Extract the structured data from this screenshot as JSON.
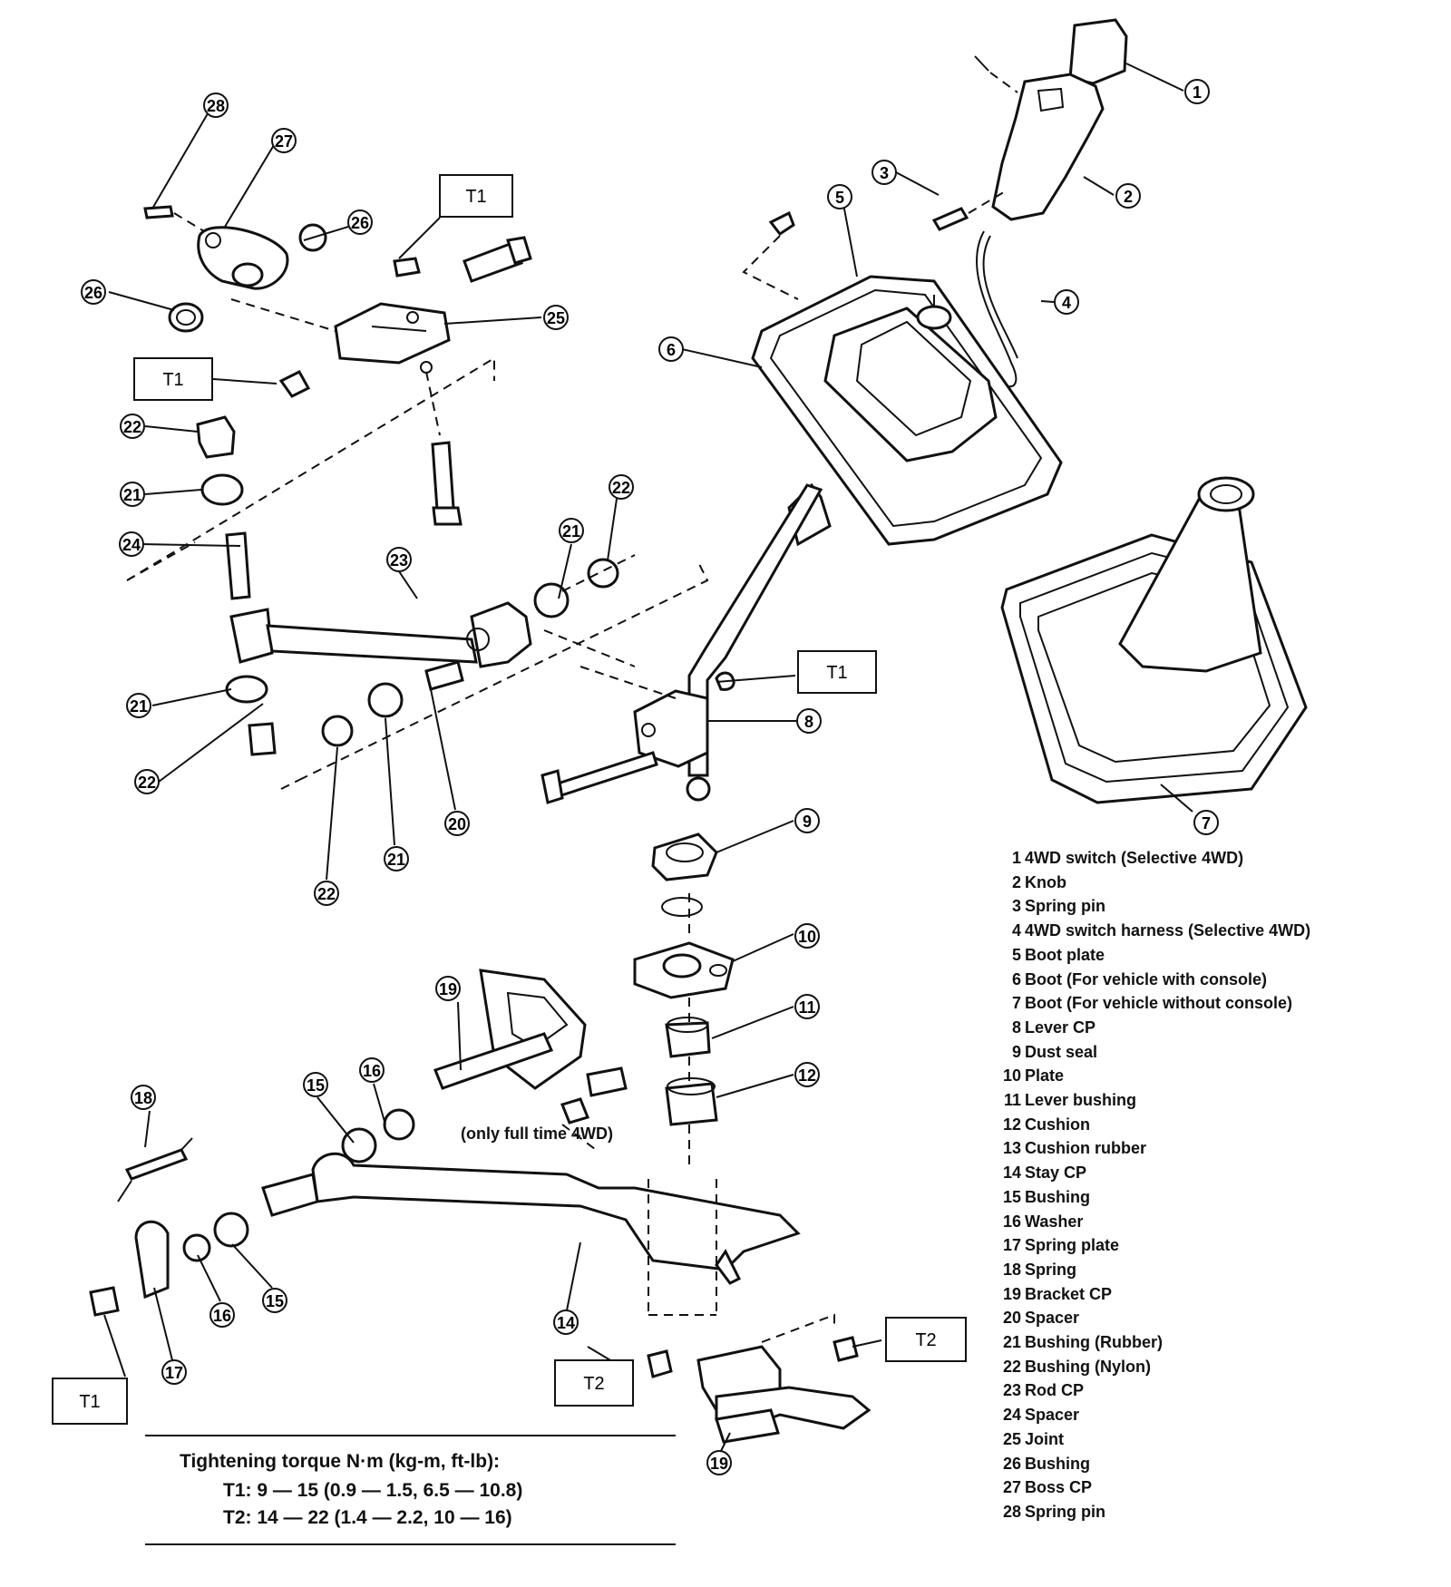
{
  "torque_boxes": [
    "T1",
    "T1",
    "T1",
    "T1",
    "T2",
    "T2"
  ],
  "note": "(only full time 4WD)",
  "torque": {
    "title": "Tightening torque  N·m (kg-m, ft-lb):",
    "t1": "T1:  9 — 15 (0.9 — 1.5, 6.5 — 10.8)",
    "t2": "T2:  14 — 22 (1.4 — 2.2, 10 — 16)"
  },
  "legend": [
    {
      "num": "1",
      "label": "4WD switch (Selective 4WD)"
    },
    {
      "num": "2",
      "label": "Knob"
    },
    {
      "num": "3",
      "label": "Spring pin"
    },
    {
      "num": "4",
      "label": "4WD switch harness (Selective 4WD)"
    },
    {
      "num": "5",
      "label": "Boot plate"
    },
    {
      "num": "6",
      "label": "Boot (For vehicle with console)"
    },
    {
      "num": "7",
      "label": "Boot (For vehicle without console)"
    },
    {
      "num": "8",
      "label": "Lever CP"
    },
    {
      "num": "9",
      "label": "Dust seal"
    },
    {
      "num": "10",
      "label": "Plate"
    },
    {
      "num": "11",
      "label": "Lever bushing"
    },
    {
      "num": "12",
      "label": "Cushion"
    },
    {
      "num": "13",
      "label": "Cushion rubber"
    },
    {
      "num": "14",
      "label": "Stay CP"
    },
    {
      "num": "15",
      "label": "Bushing"
    },
    {
      "num": "16",
      "label": "Washer"
    },
    {
      "num": "17",
      "label": "Spring plate"
    },
    {
      "num": "18",
      "label": "Spring"
    },
    {
      "num": "19",
      "label": "Bracket CP"
    },
    {
      "num": "20",
      "label": "Spacer"
    },
    {
      "num": "21",
      "label": "Bushing (Rubber)"
    },
    {
      "num": "22",
      "label": "Bushing (Nylon)"
    },
    {
      "num": "23",
      "label": "Rod CP"
    },
    {
      "num": "24",
      "label": "Spacer"
    },
    {
      "num": "25",
      "label": "Joint"
    },
    {
      "num": "26",
      "label": "Bushing"
    },
    {
      "num": "27",
      "label": "Boss CP"
    },
    {
      "num": "28",
      "label": "Spring pin"
    }
  ],
  "callouts": [
    "1",
    "2",
    "3",
    "4",
    "5",
    "6",
    "7",
    "8",
    "9",
    "10",
    "11",
    "12",
    "14",
    "15",
    "16",
    "16",
    "15",
    "17",
    "18",
    "19",
    "19",
    "20",
    "21",
    "21",
    "21",
    "21",
    "22",
    "22",
    "22",
    "22",
    "23",
    "24",
    "25",
    "26",
    "26",
    "27",
    "28"
  ]
}
